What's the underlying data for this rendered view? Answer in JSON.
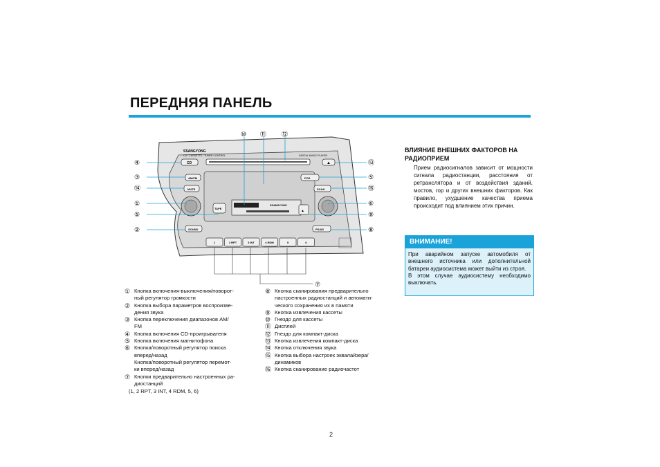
{
  "page": {
    "title": "ПЕРЕДНЯЯ ПАНЕЛЬ",
    "number": "2"
  },
  "colors": {
    "accent": "#19a3d9",
    "callout_line": "#19a3d9",
    "panel": "#d9d9d9"
  },
  "radio": {
    "brand": "SSANGYONG",
    "model_label": "CD / CASSETTE / TUNER CONTROL",
    "dmp_label": "DIGITAL MUSIC PLAYER",
    "display_brand": "SSANGYONG",
    "buttons": {
      "cd": "CD",
      "eject_cd": "▲",
      "am_fm": "AM/FM",
      "mute": "MUTE",
      "tape": "TAPE",
      "eject_tape": "▲",
      "sound": "SOUND",
      "pos": "POS",
      "scan": "SCAN",
      "ps_as": "PS/AS"
    },
    "presets": [
      "1",
      "2 RPT",
      "3 INT",
      "4 RDM",
      "5",
      "6"
    ],
    "callouts_left": [
      "④",
      "③",
      "⑭",
      "①",
      "⑤",
      "②"
    ],
    "callouts_right": [
      "⑬",
      "⑤",
      "⑯",
      "⑥",
      "⑨",
      "⑧"
    ],
    "callouts_top": [
      "⑩",
      "⑪",
      "⑫"
    ],
    "callout_bottom": "⑦"
  },
  "legend_left": [
    {
      "num": "①",
      "lines": [
        "Кнопка включения-выключения/поворот-",
        "ный регулятор громкости"
      ]
    },
    {
      "num": "②",
      "lines": [
        "Кнопка выбора параметров воспроизве-",
        "дения звука"
      ]
    },
    {
      "num": "③",
      "lines": [
        "Кнопка переключения диапазонов AM/",
        "FM"
      ]
    },
    {
      "num": "④",
      "lines": [
        "Кнопка включения CD-проигрывателя"
      ]
    },
    {
      "num": "⑤",
      "lines": [
        "Кнопка включения магнитофона"
      ]
    },
    {
      "num": "⑥",
      "lines": [
        "Кнопка/поворотный регулятор поиска",
        "вперед/назад",
        "Кнопка/поворотный регулятор перемот-",
        "ки вперед/назад"
      ]
    },
    {
      "num": "⑦",
      "lines": [
        "Кнопки предварительно настроенных ра-",
        "диостанций"
      ]
    }
  ],
  "legend_left_note": "(1, 2 RPT, 3 INT, 4 RDM, 5, 6)",
  "legend_right": [
    {
      "num": "⑧",
      "lines": [
        "Кнопка сканирования предварительно",
        "настроенных радиостанций и автомати-",
        "ческого сохранения их в памяти"
      ]
    },
    {
      "num": "⑨",
      "lines": [
        "Кнопка извлечения кассеты"
      ]
    },
    {
      "num": "⑩",
      "lines": [
        "Гнездо для кассеты"
      ]
    },
    {
      "num": "⑪",
      "lines": [
        "Дисплей"
      ]
    },
    {
      "num": "⑫",
      "lines": [
        "Гнездо для компакт-диска"
      ]
    },
    {
      "num": "⑬",
      "lines": [
        "Кнопка извлечения компакт-диска"
      ]
    },
    {
      "num": "⑭",
      "lines": [
        "Кнопка отключения звука"
      ]
    },
    {
      "num": "⑮",
      "lines": [
        "Кнопка выбора настроек эквалайзера/",
        "динамиков"
      ]
    },
    {
      "num": "⑯",
      "lines": [
        "Кнопка сканирование радиочастот"
      ]
    }
  ],
  "section": {
    "heading": "ВЛИЯНИЕ ВНЕШНИХ ФАКТОРОВ НА РАДИОПРИЕМ",
    "body": "Прием радиосигналов зависит от мощности сигнала радиостанции, расстояния от ретранслятора и от воздействия зданий, мостов, гор и других внешних факторов. Как правило, ухудшение качества приема происходит под влиянием этих причин."
  },
  "warning": {
    "title": "ВНИМАНИЕ!",
    "paragraph1": "При аварийном запуске автомобиля от внешнего источника или дополнительной батареи аудиосистема может выйти из строя.",
    "paragraph2": "В этом случае аудиосистему необходимо выключать."
  }
}
